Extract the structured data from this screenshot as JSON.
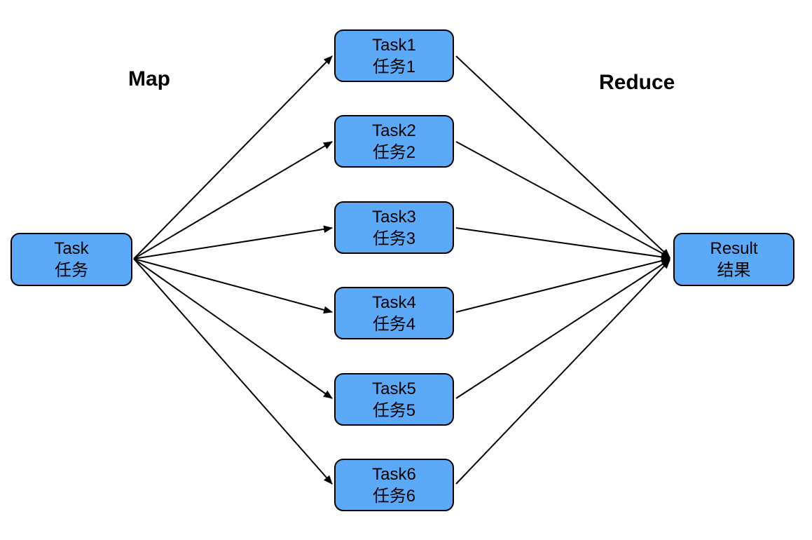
{
  "diagram": {
    "stage_labels": {
      "map": "Map",
      "reduce": "Reduce"
    },
    "source_node": {
      "label_en": "Task",
      "label_zh": "任务"
    },
    "map_nodes": [
      {
        "label_en": "Task1",
        "label_zh": "任务1"
      },
      {
        "label_en": "Task2",
        "label_zh": "任务2"
      },
      {
        "label_en": "Task3",
        "label_zh": "任务3"
      },
      {
        "label_en": "Task4",
        "label_zh": "任务4"
      },
      {
        "label_en": "Task5",
        "label_zh": "任务5"
      },
      {
        "label_en": "Task6",
        "label_zh": "任务6"
      }
    ],
    "result_node": {
      "label_en": "Result",
      "label_zh": "结果"
    },
    "colors": {
      "node_fill": "#5CA9F8",
      "node_border": "#000000",
      "edge": "#000000",
      "text": "#000000",
      "background": "#FFFFFF"
    }
  }
}
